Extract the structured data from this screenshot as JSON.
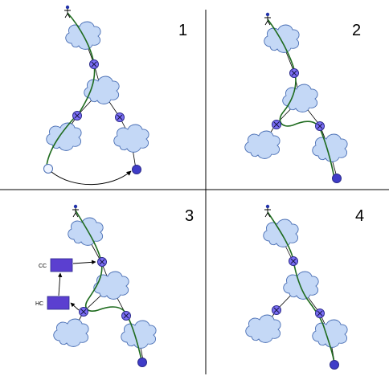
{
  "panels": [
    {
      "number": "1"
    },
    {
      "number": "2"
    },
    {
      "number": "3",
      "box_labels": {
        "cc": "CC",
        "hc": "HC"
      }
    },
    {
      "number": "4"
    }
  ],
  "colors": {
    "cloud_fill": "#c4d8f6",
    "cloud_stroke": "#4a6fb5",
    "node_fill": "#7b6ef6",
    "node_stroke": "#2b2a8a",
    "node_dark": "#3f3cc8",
    "path_green": "#1e6b1e",
    "box_fill": "#5b3fd0",
    "actor": "#2233aa"
  }
}
